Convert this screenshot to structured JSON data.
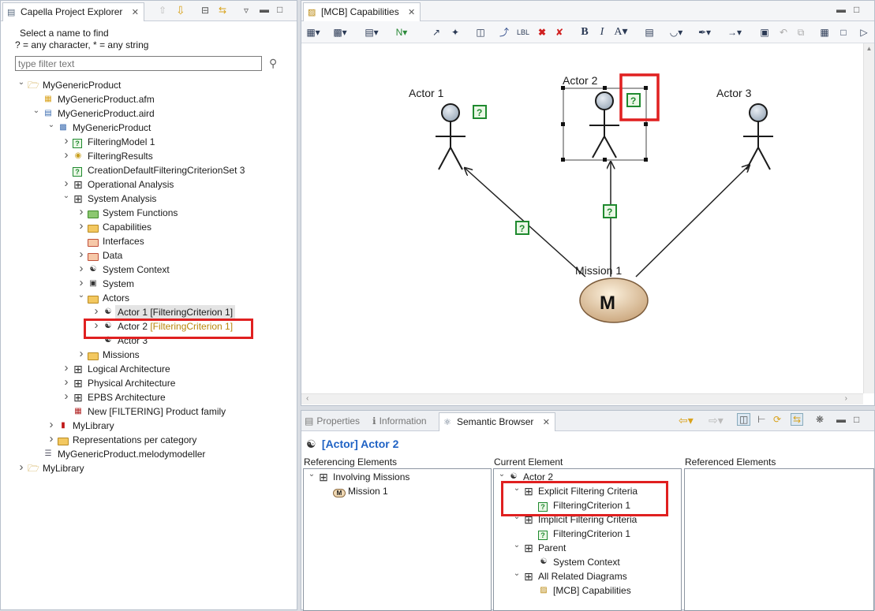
{
  "explorer": {
    "tab_label": "Capella Project Explorer",
    "find_hint_1": "Select a name to find",
    "find_hint_2": "? = any character, * = any string",
    "filter_placeholder": "type filter text",
    "tree": [
      {
        "label": "MyGenericProduct",
        "depth": 0,
        "chev": "open",
        "icon": "folder-project-icon"
      },
      {
        "label": "MyGenericProduct.afm",
        "depth": 1,
        "chev": "",
        "icon": "afm-file-icon"
      },
      {
        "label": "MyGenericProduct.aird",
        "depth": 1,
        "chev": "open",
        "icon": "aird-file-icon"
      },
      {
        "label": "MyGenericProduct",
        "depth": 2,
        "chev": "open",
        "icon": "model-icon"
      },
      {
        "label": "FilteringModel 1",
        "depth": 3,
        "chev": "closed",
        "icon": "filtering-model-icon"
      },
      {
        "label": "FilteringResults",
        "depth": 3,
        "chev": "closed",
        "icon": "filtering-results-icon"
      },
      {
        "label": "CreationDefaultFilteringCriterionSet 3",
        "depth": 3,
        "chev": "",
        "icon": "criterion-set-icon"
      },
      {
        "label": "Operational Analysis",
        "depth": 3,
        "chev": "closed",
        "icon": "grid-icon"
      },
      {
        "label": "System Analysis",
        "depth": 3,
        "chev": "open",
        "icon": "grid-icon"
      },
      {
        "label": "System Functions",
        "depth": 4,
        "chev": "closed",
        "icon": "folder-green-icon"
      },
      {
        "label": "Capabilities",
        "depth": 4,
        "chev": "closed",
        "icon": "folder-icon"
      },
      {
        "label": "Interfaces",
        "depth": 4,
        "chev": "",
        "icon": "folder-red-icon"
      },
      {
        "label": "Data",
        "depth": 4,
        "chev": "closed",
        "icon": "folder-red-icon"
      },
      {
        "label": "System Context",
        "depth": 4,
        "chev": "closed",
        "icon": "system-context-icon"
      },
      {
        "label": "System",
        "depth": 4,
        "chev": "closed",
        "icon": "system-icon"
      },
      {
        "label": "Actors",
        "depth": 4,
        "chev": "open",
        "icon": "folder-icon"
      },
      {
        "label": "Actor 1 [FilteringCriterion 1]",
        "depth": 5,
        "chev": "closed",
        "icon": "actor-icon"
      },
      {
        "label": "Actor 2",
        "suffix": "[FilteringCriterion 1]",
        "depth": 5,
        "chev": "closed",
        "icon": "actor-icon"
      },
      {
        "label": "Actor 3",
        "depth": 5,
        "chev": "",
        "icon": "actor-icon"
      },
      {
        "label": "Missions",
        "depth": 4,
        "chev": "closed",
        "icon": "folder-icon"
      },
      {
        "label": "Logical Architecture",
        "depth": 3,
        "chev": "closed",
        "icon": "grid-icon"
      },
      {
        "label": "Physical Architecture",
        "depth": 3,
        "chev": "closed",
        "icon": "grid-icon"
      },
      {
        "label": "EPBS Architecture",
        "depth": 3,
        "chev": "closed",
        "icon": "grid-icon"
      },
      {
        "label": "New [FILTERING] Product family",
        "depth": 3,
        "chev": "",
        "icon": "product-family-icon"
      },
      {
        "label": "MyLibrary",
        "depth": 2,
        "chev": "closed",
        "icon": "library-icon"
      },
      {
        "label": "Representations per category",
        "depth": 2,
        "chev": "closed",
        "icon": "folder-icon"
      },
      {
        "label": "MyGenericProduct.melodymodeller",
        "depth": 1,
        "chev": "",
        "icon": "melody-file-icon"
      },
      {
        "label": "MyLibrary",
        "depth": 0,
        "chev": "closed",
        "icon": "folder-project-icon"
      }
    ]
  },
  "editor": {
    "tab_label": "[MCB] Capabilities",
    "actors": {
      "a1": "Actor 1",
      "a2": "Actor 2",
      "a3": "Actor 3"
    },
    "mission": "Mission 1",
    "mission_badge": "M",
    "criterion_badge": "?"
  },
  "bottom": {
    "tabs": {
      "properties": "Properties",
      "information": "Information",
      "semantic": "Semantic Browser"
    },
    "title": "[Actor] Actor 2",
    "cols": {
      "ref": "Referencing Elements",
      "cur": "Current Element",
      "refd": "Referenced Elements"
    },
    "referencing": [
      {
        "label": "Involving Missions",
        "depth": 0,
        "chev": "open",
        "icon": "grid-icon"
      },
      {
        "label": "Mission 1",
        "depth": 1,
        "chev": "",
        "icon": "mission-icon"
      }
    ],
    "current": [
      {
        "label": "Actor 2",
        "depth": 0,
        "chev": "open",
        "icon": "actor-icon"
      },
      {
        "label": "Explicit Filtering Criteria",
        "depth": 1,
        "chev": "open",
        "icon": "grid-icon"
      },
      {
        "label": "FilteringCriterion 1",
        "depth": 2,
        "chev": "",
        "icon": "criterion-icon"
      },
      {
        "label": "Implicit Filtering Criteria",
        "depth": 1,
        "chev": "open",
        "icon": "grid-icon"
      },
      {
        "label": "FilteringCriterion 1",
        "depth": 2,
        "chev": "",
        "icon": "criterion-icon"
      },
      {
        "label": "Parent",
        "depth": 1,
        "chev": "open",
        "icon": "grid-icon"
      },
      {
        "label": "System Context",
        "depth": 2,
        "chev": "",
        "icon": "system-context-icon"
      },
      {
        "label": "All Related Diagrams",
        "depth": 1,
        "chev": "open",
        "icon": "grid-icon"
      },
      {
        "label": "[MCB] Capabilities",
        "depth": 2,
        "chev": "",
        "icon": "diagram-icon"
      }
    ]
  },
  "colors": {
    "highlight": "#e02020",
    "link_blue": "#1f62c4",
    "criterion_green": "#1f8a2f"
  }
}
